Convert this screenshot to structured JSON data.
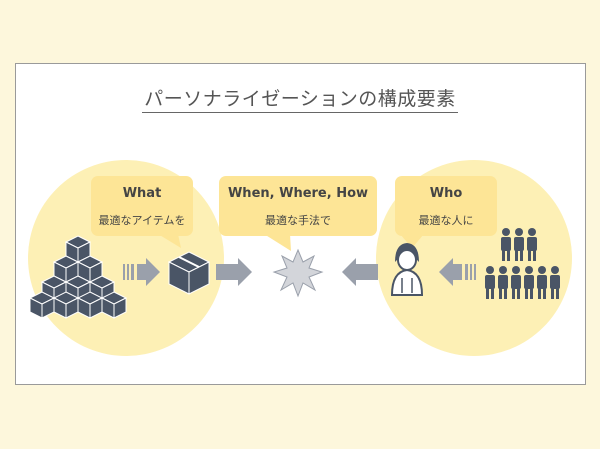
{
  "title": "パーソナライゼーションの構成要素",
  "bubbles": [
    {
      "head": "What",
      "sub": "最適なアイテムを"
    },
    {
      "head": "When, Where, How",
      "sub": "最適な手法で"
    },
    {
      "head": "Who",
      "sub": "最適な人に"
    }
  ],
  "colors": {
    "background": "#fdf7dc",
    "circle": "#fdf0b5",
    "bubble": "#fde596",
    "icon": "#4a5566",
    "arrow": "#9aa0ab"
  }
}
